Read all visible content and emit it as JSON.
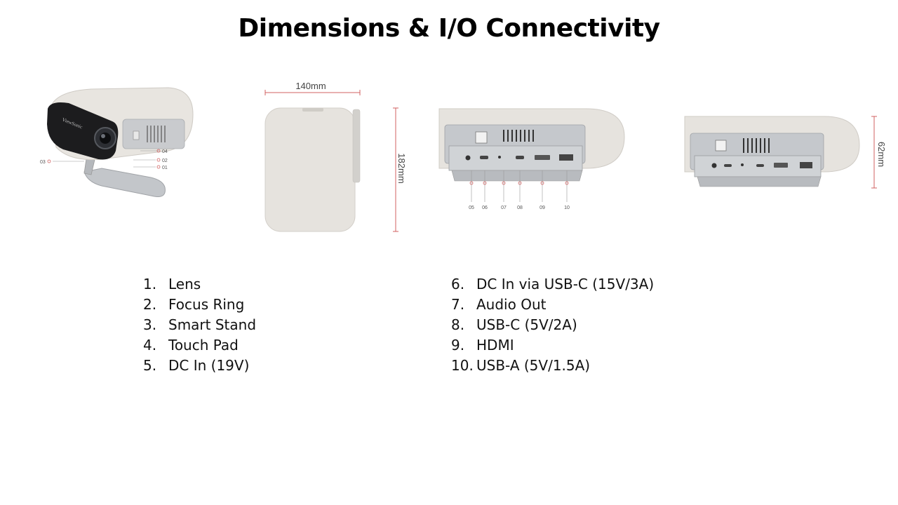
{
  "slide": {
    "title": "Dimensions & I/O Connectivity"
  },
  "figures": {
    "projector_angle": {
      "brand": "ViewSonic",
      "callouts": [
        "04",
        "02",
        "01",
        "03"
      ]
    },
    "projector_top": {
      "width_label": "140mm",
      "depth_label": "182mm"
    },
    "projector_ports": {
      "callouts": [
        "05",
        "06",
        "07",
        "08",
        "09",
        "10"
      ]
    },
    "projector_side": {
      "height_label": "62mm"
    }
  },
  "features": {
    "left": [
      {
        "num": "1.",
        "label": "Lens"
      },
      {
        "num": "2.",
        "label": "Focus Ring"
      },
      {
        "num": "3.",
        "label": "Smart Stand"
      },
      {
        "num": "4.",
        "label": "Touch Pad"
      },
      {
        "num": "5.",
        "label": "DC In (19V)"
      }
    ],
    "right": [
      {
        "num": "6.",
        "label": "DC In via USB-C (15V/3A)"
      },
      {
        "num": "7.",
        "label": "Audio Out"
      },
      {
        "num": "8.",
        "label": "USB-C (5V/2A)"
      },
      {
        "num": "9.",
        "label": "HDMI"
      },
      {
        "num": "10.",
        "label": "USB-A (5V/1.5A)"
      }
    ]
  },
  "colors": {
    "body_shell": "#e6e3de",
    "metal": "#b9bcc0",
    "dimension_line": "#d06060",
    "lens": "#1a1a1a"
  }
}
